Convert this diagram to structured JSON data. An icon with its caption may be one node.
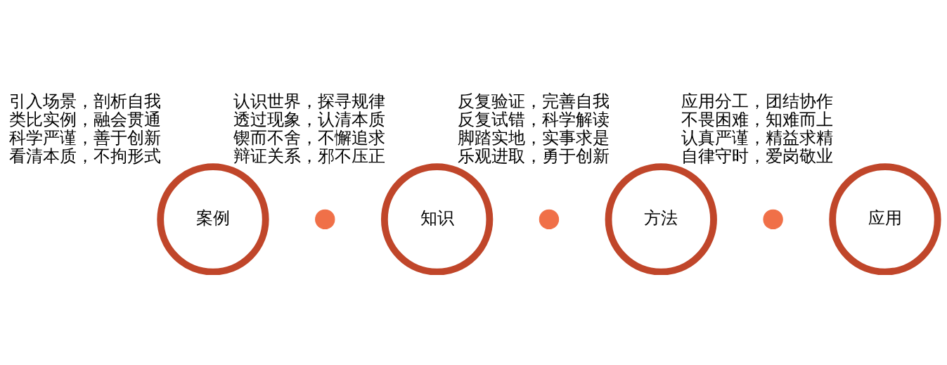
{
  "diagram": {
    "nodes": [
      {
        "text": [
          "案例"
        ],
        "beside": [
          "引入场景，剖析自我",
          "类比实例，融会贯通",
          "科学严谨，善于创新",
          "看清本质，不拘形式"
        ]
      },
      {
        "text": [],
        "shape": "circle"
      },
      {
        "text": [
          "知识"
        ],
        "beside": [
          "认识世界，探寻规律",
          "透过现象，认清本质",
          "锲而不舍，不懈追求",
          "辩证关系，邪不压正"
        ]
      },
      {
        "text": [],
        "shape": "circle"
      },
      {
        "text": [
          "方法"
        ],
        "beside": [
          "反复验证，完善自我",
          "反复试错，科学解读",
          "脚踏实地，实事求是",
          "乐观进取，勇于创新"
        ]
      },
      {
        "text": [],
        "shape": "circle"
      },
      {
        "text": [
          "应用"
        ],
        "beside": [
          "应用分工，团结协作",
          "不畏困难，知难而上",
          "认真严谨，精益求精",
          "自律守时，爱岗敬业"
        ]
      }
    ],
    "edges": []
  }
}
